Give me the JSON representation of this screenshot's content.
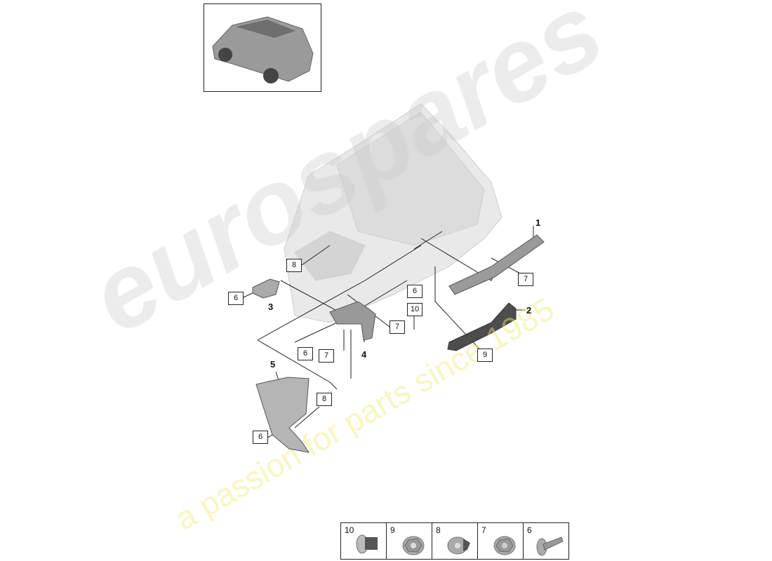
{
  "watermark": {
    "brand": "eurospares",
    "tagline": "a passion for parts since 1985",
    "brand_color": "#e6e6e6",
    "tagline_color": "#f3f0a0"
  },
  "callouts": {
    "c1": "1",
    "c2": "2",
    "c3": "3",
    "c4": "4",
    "c5": "5"
  },
  "boxes": {
    "b8a": "8",
    "b6a": "6",
    "b7a": "7",
    "b6b": "6",
    "b10": "10",
    "b7b": "7",
    "b6c": "6",
    "b7c": "7",
    "b9": "9",
    "b8b": "8",
    "b6d": "6"
  },
  "legend": [
    {
      "num": "10",
      "icon": "clip-nut-icon"
    },
    {
      "num": "9",
      "icon": "flange-nut-icon"
    },
    {
      "num": "8",
      "icon": "cone-nut-icon"
    },
    {
      "num": "7",
      "icon": "hex-flange-nut-icon"
    },
    {
      "num": "6",
      "icon": "screw-icon"
    }
  ]
}
